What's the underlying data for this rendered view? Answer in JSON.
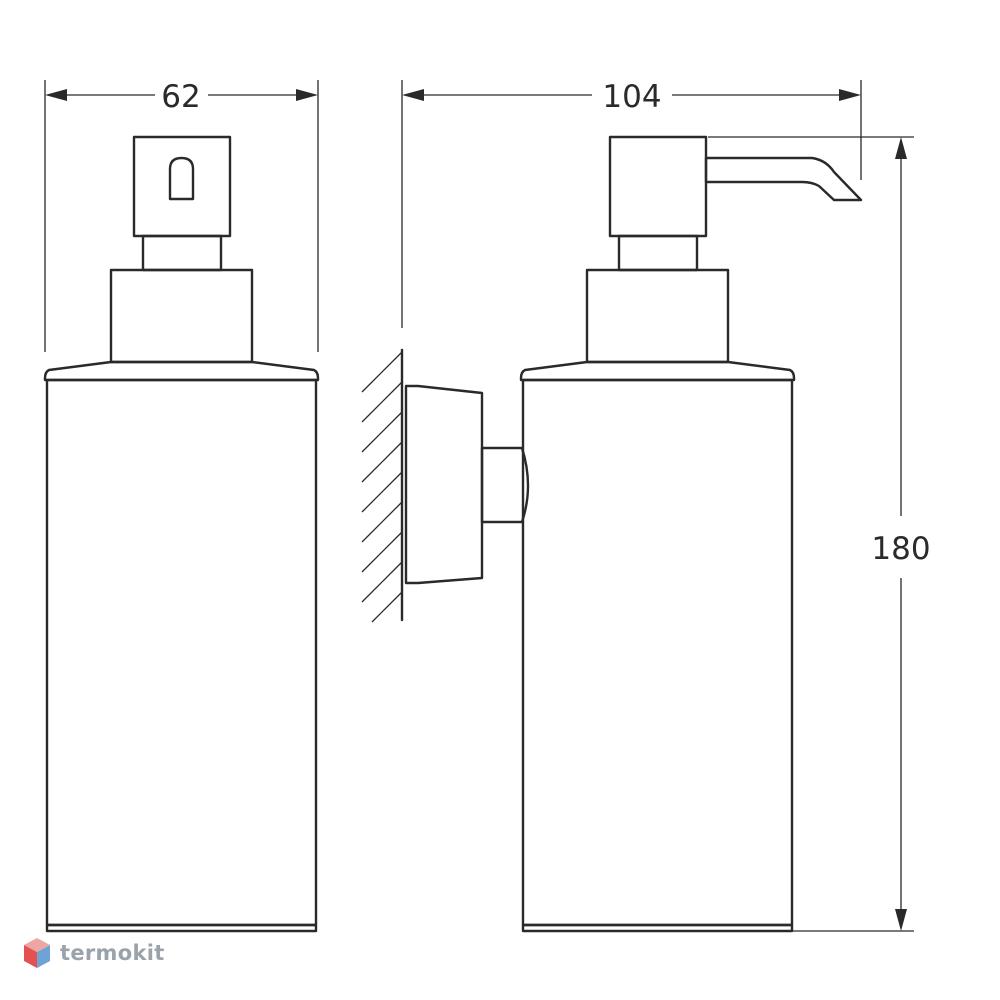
{
  "dimensions": {
    "width": "62",
    "depth": "104",
    "height": "180"
  },
  "brand": {
    "name": "termokit",
    "logo_colors": {
      "top": "#f0a5a5",
      "left": "#e4524f",
      "right": "#6fa3d6"
    }
  },
  "icons": [
    "termokit-logo-icon",
    "wall-hatch-icon"
  ]
}
